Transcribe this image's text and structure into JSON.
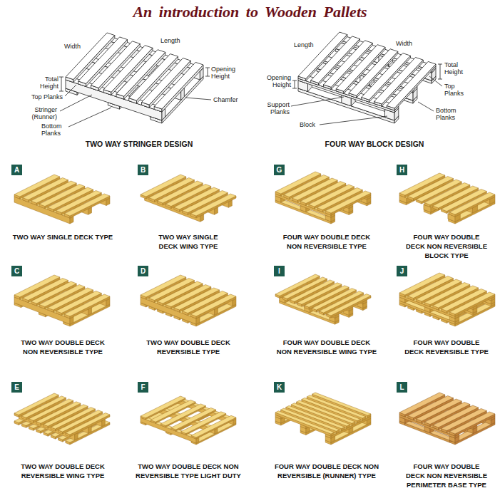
{
  "diagram": {
    "title": "An introduction to Wooden Pallets",
    "nodes": [
      {
        "text": [
          "A"
        ]
      },
      {
        "text": [
          "B"
        ]
      },
      {
        "text": [
          "G"
        ]
      },
      {
        "text": [
          "H"
        ]
      },
      {
        "text": [
          "C"
        ]
      },
      {
        "text": [
          "D"
        ]
      },
      {
        "text": [
          "I"
        ]
      },
      {
        "text": [
          "J"
        ]
      },
      {
        "text": [
          "E"
        ]
      },
      {
        "text": [
          "F"
        ]
      },
      {
        "text": [
          "K"
        ]
      },
      {
        "text": [
          "L"
        ]
      }
    ],
    "labels": [
      "Width",
      "Length",
      "Total Height",
      "Opening Height",
      "Top Planks",
      "Chamfer",
      "Stringer (Runner)",
      "Bottom Planks",
      "TWO WAY STRINGER DESIGN",
      "Length",
      "Width",
      "Opening Height",
      "Total Height",
      "Top Planks",
      "Support Planks",
      "Bottom Planks",
      "Block",
      "FOUR WAY BLOCK DESIGN",
      "TWO WAY SINGLE DECK TYPE",
      "TWO WAY SINGLE DECK WING TYPE",
      "FOUR WAY DOUBLE DECK NON REVERSIBLE TYPE",
      "FOUR WAY DOUBLE DECK NON REVERSIBLE BLOCK TYPE",
      "TWO WAY DOUBLE DECK NON REVERSIBLE TYPE",
      "TWO WAY DOUBLE DECK REVERSIBLE TYPE",
      "FOUR WAY DOUBLE DECK NON REVERSIBLE WING TYPE",
      "FOUR WAY DOUBLE DECK REVERSIBLE TYPE",
      "TWO WAY DOUBLE DECK REVERSIBLE WING TYPE",
      "TWO WAY DOUBLE DECK NON REVERSIBLE TYPE LIGHT DUTY",
      "FOUR WAY DOUBLE DECK NON REVERSIBLE (RUNNER) TYPE",
      "FOUR WAY DOUBLE DECK NON REVERSIBLE PERIMETER BASE TYPE"
    ]
  }
}
